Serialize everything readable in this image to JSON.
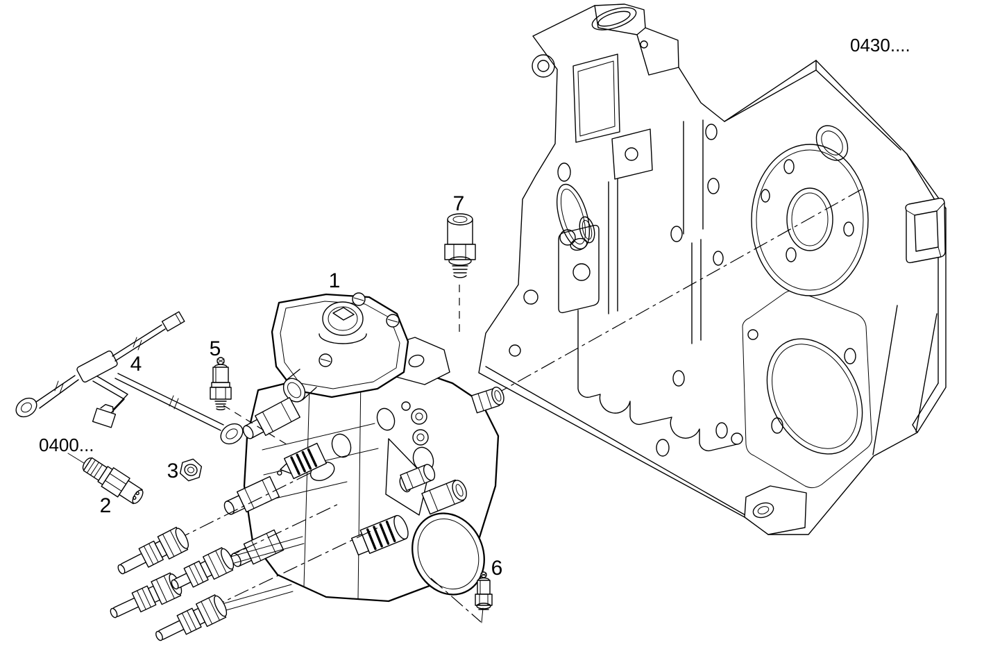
{
  "page": {
    "background": "#ffffff",
    "line_color": "#000000"
  },
  "callouts": {
    "n1": "1",
    "n2": "2",
    "n3": "3",
    "n4": "4",
    "n5": "5",
    "n6": "6",
    "n7": "7"
  },
  "refs": {
    "left": "0400...",
    "right": "0430...."
  }
}
